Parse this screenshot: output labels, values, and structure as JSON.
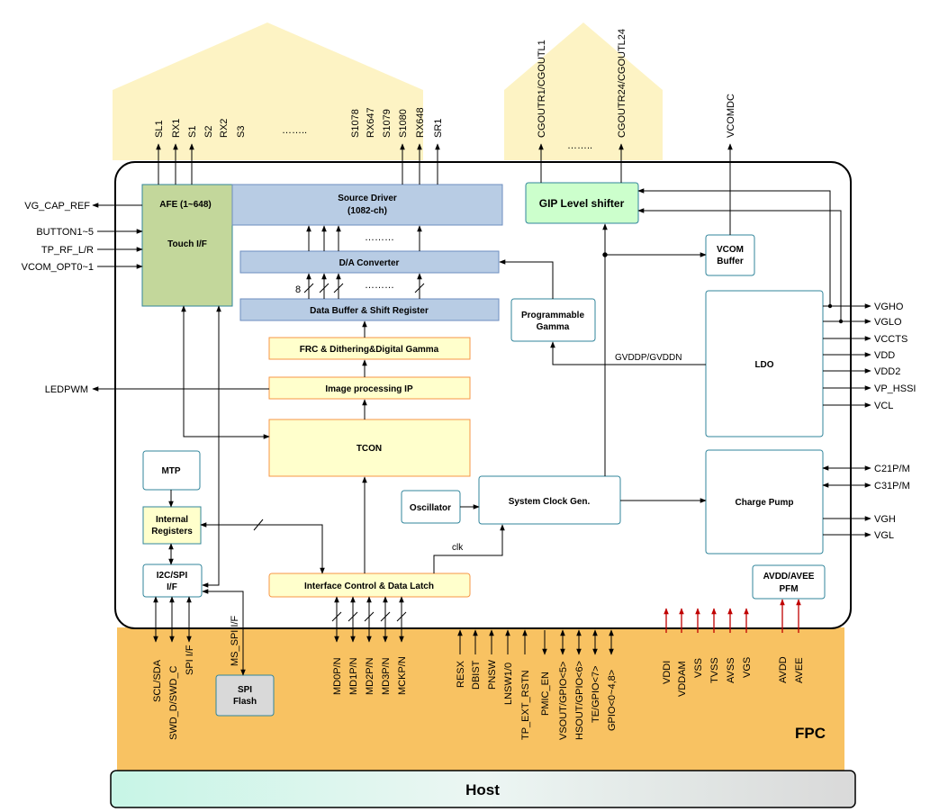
{
  "blocks": {
    "afe_title": "AFE (1~648)",
    "afe_sub": "Touch I/F",
    "source_driver_1": "Source Driver",
    "source_driver_2": "(1082-ch)",
    "da_converter": "D/A Converter",
    "data_buffer": "Data Buffer & Shift Register",
    "frc": "FRC & Dithering&Digital Gamma",
    "image_ip": "Image processing IP",
    "tcon": "TCON",
    "gip": "GIP Level shifter",
    "vcom_buffer_1": "VCOM",
    "vcom_buffer_2": "Buffer",
    "prog_gamma_1": "Programmable",
    "prog_gamma_2": "Gamma",
    "ldo": "LDO",
    "mtp": "MTP",
    "internal_regs_1": "Internal",
    "internal_regs_2": "Registers",
    "i2c_spi_1": "I2C/SPI",
    "i2c_spi_2": "I/F",
    "oscillator": "Oscillator",
    "sys_clock": "System Clock Gen.",
    "charge_pump": "Charge Pump",
    "avdd_pfm_1": "AVDD/AVEE",
    "avdd_pfm_2": "PFM",
    "interface_ctrl": "Interface Control & Data Latch",
    "spi_flash_1": "SPI",
    "spi_flash_2": "Flash",
    "fpc": "FPC",
    "host": "Host"
  },
  "labels": {
    "bus_width": "8",
    "dots": "………",
    "gvddp": "GVDDP/GVDDN",
    "clk": "clk"
  },
  "top_signals": {
    "left": [
      "SL1",
      "RX1",
      "S1",
      "S2",
      "RX2",
      "S3"
    ],
    "dots": "……..",
    "right": [
      "S1078",
      "RX647",
      "S1079",
      "S1080",
      "RX648",
      "SR1"
    ],
    "cgout1": "CGOUTR1/CGOUTL1",
    "cgout_dots": "……..",
    "cgout24": "CGOUTR24/CGOUTL24",
    "vcomdc": "VCOMDC"
  },
  "left_signals": [
    "VG_CAP_REF",
    "BUTTON1~5",
    "TP_RF_L/R",
    "VCOM_OPT0~1",
    "LEDPWM"
  ],
  "right_signals": {
    "ldo": [
      "VGHO",
      "VGLO",
      "VCCTS",
      "VDD",
      "VDD2",
      "VP_HSSI",
      "VCL"
    ],
    "pump": [
      "C21P/M",
      "C31P/M",
      "VGH",
      "VGL"
    ]
  },
  "bottom_signals": {
    "serial": [
      "SCL/SDA",
      "SWD_D/SWD_C",
      "SPI I/F",
      "MS_SPI I/F"
    ],
    "mipi": [
      "MD0P/N",
      "MD1P/N",
      "MD2P/N",
      "MD3P/N",
      "MCKP/N"
    ],
    "ctrl": [
      "RESX",
      "DBIST",
      "PNSW",
      "LNSW1/0",
      "TP_EXT_RSTN",
      "PMIC_EN",
      "VSOUT/GPIO<5>",
      "HSOUT/GPIO<6>",
      "TE/GPIO<7>",
      "GPIO<0~4,8>"
    ],
    "power": [
      "VDDI",
      "VDDAM",
      "VSS",
      "TVSS",
      "AVSS",
      "VGS",
      "AVDD",
      "AVEE"
    ]
  },
  "colors": {
    "fpc_band": "#f8c262",
    "top_arrow": "#fdf3c4",
    "afe": "#c3d79b",
    "driver": "#b8cce4",
    "yellow_block": "#ffffcc",
    "yellow_border": "#f79646",
    "gip": "#ccffcc",
    "teal_border": "#31859b",
    "spi_flash": "#d9d9d9",
    "power_arrow": "#c00000"
  }
}
